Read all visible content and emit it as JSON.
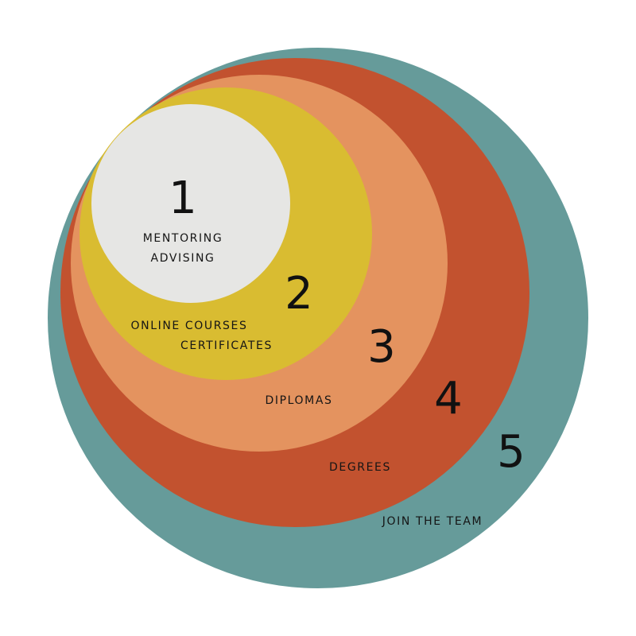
{
  "diagram": {
    "levels": [
      {
        "number": "1",
        "labels": [
          "MENTORING",
          "ADVISING"
        ],
        "color": "#e6e6e4"
      },
      {
        "number": "2",
        "labels": [
          "ONLINE COURSES",
          "CERTIFICATES"
        ],
        "color": "#d9bc31"
      },
      {
        "number": "3",
        "labels": [
          "DIPLOMAS"
        ],
        "color": "#e4935f"
      },
      {
        "number": "4",
        "labels": [
          "DEGREES"
        ],
        "color": "#c2522f"
      },
      {
        "number": "5",
        "labels": [
          "JOIN THE TEAM"
        ],
        "color": "#669b9a"
      }
    ]
  }
}
